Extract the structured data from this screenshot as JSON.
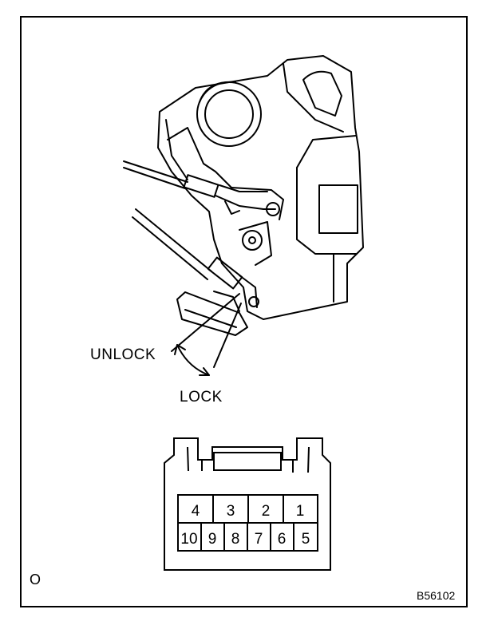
{
  "labels": {
    "unlock": "UNLOCK",
    "lock": "LOCK",
    "corner_mark": "O",
    "figure_code": "B56102"
  },
  "connector": {
    "top_row": [
      "4",
      "3",
      "2",
      "1"
    ],
    "bottom_row": [
      "10",
      "9",
      "8",
      "7",
      "6",
      "5"
    ]
  },
  "colors": {
    "line": "#000000",
    "background": "#ffffff"
  }
}
